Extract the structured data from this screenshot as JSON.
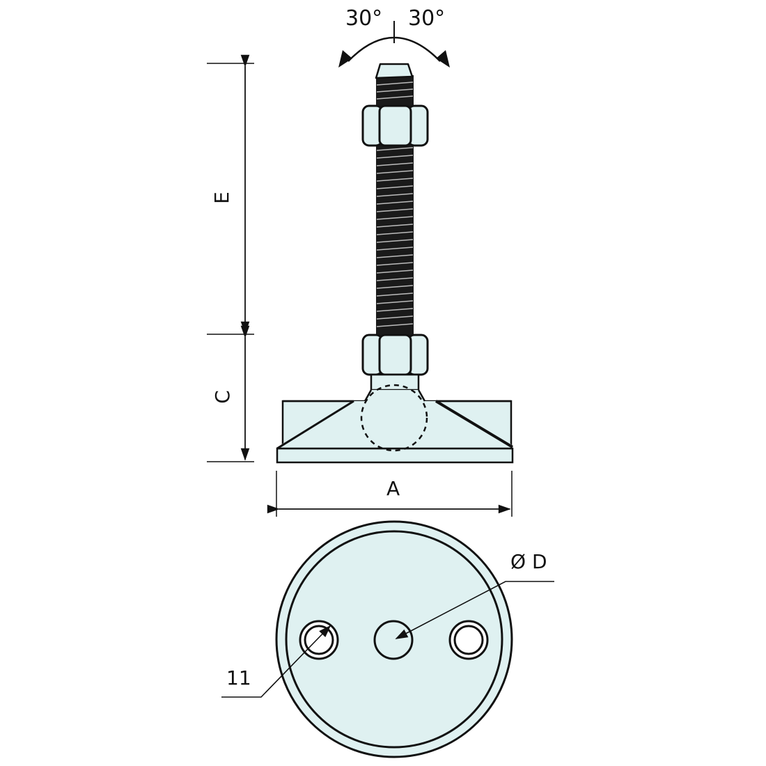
{
  "drawing": {
    "subject": "Swivel leveling foot with threaded stud, nuts and round base plate",
    "colors": {
      "fill": "#dff1f1",
      "stroke": "#111111",
      "thread": "#1a1a1a",
      "background": "#ffffff"
    },
    "labels": {
      "angle_left": "30°",
      "angle_right": "30°",
      "dim_E": "E",
      "dim_C": "C",
      "dim_A": "A",
      "dim_D": "Ø D",
      "hole_size": "11"
    },
    "views": [
      "side-view",
      "top-view"
    ]
  }
}
